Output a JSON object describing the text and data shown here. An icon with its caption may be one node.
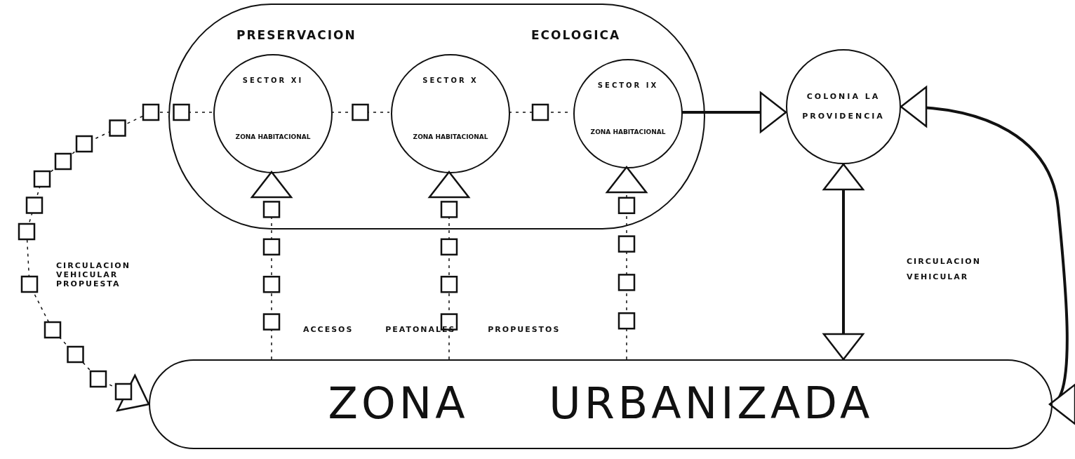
{
  "diagram": {
    "nodes": [
      {
        "text": [
          "PRESERVACION",
          "ECOLOGICA"
        ]
      },
      {
        "text": [
          "SECTOR XI",
          "ZONA HABITACIONAL"
        ],
        "in": 0
      },
      {
        "text": [
          "SECTOR X",
          "ZONA HABITACIONAL"
        ],
        "in": 0
      },
      {
        "text": [
          "SECTOR IX",
          "ZONA HABITACIONAL"
        ],
        "in": 0
      },
      {
        "text": [
          "COLONIA LA PROVIDENCIA"
        ]
      },
      {
        "text": [
          "ZONA URBANIZADA"
        ]
      }
    ],
    "edges": [
      {
        "from": 1,
        "to": 5,
        "arrow": "to",
        "style": "dashed"
      },
      {
        "from": 1,
        "to": 2,
        "arrow": "none",
        "style": "dashed"
      },
      {
        "from": 2,
        "to": 3,
        "arrow": "none",
        "style": "dashed"
      },
      {
        "from": 3,
        "to": 4,
        "arrow": "to",
        "style": "thick"
      },
      {
        "from": 5,
        "to": 1,
        "arrow": "to",
        "style": "dashed"
      },
      {
        "from": 5,
        "to": 2,
        "arrow": "to",
        "style": "dashed"
      },
      {
        "from": 5,
        "to": 3,
        "arrow": "to",
        "style": "dashed"
      },
      {
        "from": 4,
        "to": 5,
        "arrow": "both",
        "style": "thick"
      },
      {
        "from": 5,
        "to": 4,
        "arrow": "both",
        "style": "thick"
      }
    ],
    "labels": [
      "CIRCULACION VEHICULAR PROPUESTA",
      "ACCESOS PEATONALES PROPUESTOS",
      "CIRCULACION VEHICULAR"
    ]
  }
}
